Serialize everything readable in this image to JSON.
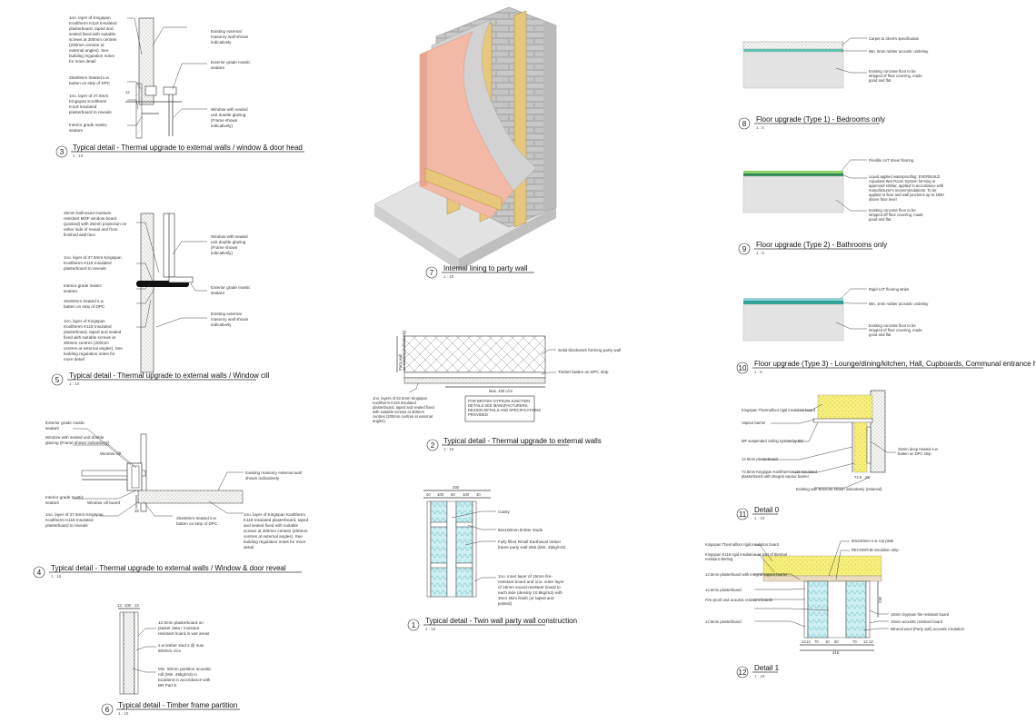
{
  "details": [
    {
      "id": "d3",
      "number": "3",
      "title": "Typical detail - Thermal upgrade to external walls / window & door head",
      "scale": "1 : 10",
      "notes": [
        "1no. layer of Kingspan",
        "Kooltherm K118 Insulated",
        "plasterboard, taped and",
        "sealed fixed with suitable",
        "screws at 300mm centres",
        "(200mm centres at",
        "external angles). See",
        "building regulation notes",
        "for more detail"
      ],
      "notes_b": [
        "25x50mm treated s.w",
        "batten on strip of DPC"
      ],
      "notes_c": [
        "1no. layer of 37.5mm",
        "Kingspan Kooltherm",
        "K118 Insulated",
        "plasterboard to reveals"
      ],
      "notes_d": [
        "Interior grade mastic",
        "sealant"
      ],
      "notes_r1": [
        "Existing external",
        "masonry wall shown",
        "indicatively"
      ],
      "notes_r2": [
        "Exterior grade mastic",
        "sealant"
      ],
      "notes_r3": [
        "Window with sealed",
        "unit double glazing",
        "(Frame shown",
        "indicatively)"
      ]
    },
    {
      "id": "d5",
      "number": "5",
      "title": "Typical detail - Thermal upgrade to external walls / Window cill",
      "scale": "1 : 10",
      "notes": [
        "25mm bullnosed moisture",
        "resistant MDF window board",
        "(painted) with 25mm projection on",
        "either side of reveal and from",
        "finished wall face"
      ],
      "notes_b": [
        "1no. layer of 37.5mm Kingspan",
        "Kooltherm K118 Insulated",
        "plasterboard to reveals"
      ],
      "notes_c": [
        "Interior grade mastic",
        "sealant"
      ],
      "notes_d": [
        "25x50mm treated s.w",
        "batten on strip of DPC"
      ],
      "notes_e": [
        "1no. layer of Kingspan",
        "Kooltherm K118 Insulated",
        "plasterboard, taped and sealed",
        "fixed with suitable screws at",
        "300mm centres (200mm",
        "centres at external angles). See",
        "building regulation notes for",
        "more detail"
      ],
      "notes_r1": [
        "Window with sealed",
        "unit double glazing",
        "(Frame shown",
        "indicatively)"
      ],
      "notes_r2": [
        "Exterior grade mastic",
        "sealant"
      ],
      "notes_r3": [
        "Existing external",
        "masonry wall shown",
        "indicatively"
      ]
    },
    {
      "id": "d4",
      "number": "4",
      "title": "Typical detail - Thermal upgrade to external walls / Window & door reveal",
      "scale": "1 : 10",
      "notes": [
        "Exterior grade mastic",
        "sealant"
      ],
      "notes_b": [
        "Window with sealed unit double",
        "glazing (Frame shown indicatively)"
      ],
      "window_cill": "Window cill",
      "window_cill_board": "Window cill board",
      "notes_c": [
        "Interior grade mastic",
        "sealant"
      ],
      "notes_d": [
        "1no. layer of 37.5mm Kingspan",
        "Kooltherm K118 Insulated",
        "plasterboard to reveals"
      ],
      "notes_e": [
        "25x50mm treated s.w",
        "batten on strip of DPC"
      ],
      "notes_r1": [
        "Existing masonry external wall",
        "shown indicatively"
      ],
      "notes_r2": [
        "1no. layer of Kingspan Kooltherm",
        "K118 Insulated plasterboard, taped",
        "and sealed fixed with suitable",
        "screws at 300mm centres (200mm",
        "centres at external angles). See",
        "building regulation notes for more",
        "detail"
      ]
    },
    {
      "id": "d6",
      "number": "6",
      "title": "Typical detail - Timber frame partition",
      "scale": "1 : 10",
      "dims": [
        "13",
        "100",
        "13"
      ],
      "notes_r1": [
        "12.5mm plasterboard on",
        "plaster data / moisture",
        "resistant board in wet areas"
      ],
      "notes_r2": [
        "s.w timber stud s @ max",
        "600mm c/cs"
      ],
      "notes_r3": [
        "Min. 50mm partition acoustic",
        "roll (Min. 45kg/m3) in",
        "locations in accordance with",
        "BR Part E"
      ]
    },
    {
      "id": "d7",
      "number": "7",
      "title": "Internal lining to party wall",
      "scale": "1 : 10"
    },
    {
      "id": "d2",
      "number": "2",
      "title": "Typical detail - Thermal upgrade to external walls",
      "scale": "1 : 10",
      "notes_l": [
        "Party wall",
        "as existing (indicatively)"
      ],
      "notes_r1": [
        "Solid blockwork forming party wall"
      ],
      "notes_r2": [
        "Timber batten on DPC strip"
      ],
      "dim": "Max. 400 c/cs",
      "notes_b": [
        "1no. layers of 62.5mm Kingspan",
        "Kooltherm K118 Insulated",
        "plasterboard, taped and sealed fixed",
        "with suitable screws at 300mm",
        "centres (200mm centres at external",
        "angles)."
      ],
      "box": [
        "FOR BRITISH GYPSUM JUNCTION",
        "DETAILS SEE MANUFACTURERS",
        "DESIGN DETAILS AND SPECIFICATIONS",
        "PROVIDED"
      ]
    },
    {
      "id": "d1",
      "number": "1",
      "title": "Typical detail - Twin wall party wall construction",
      "scale": "1 : 10",
      "dims": [
        "40",
        "100",
        "50",
        "100",
        "40"
      ],
      "top_dim": "330",
      "notes_r1": [
        "Cavity"
      ],
      "notes_r2": [
        "60x100mm timber studs"
      ],
      "notes_r3": [
        "Fully filled Rmall Earthwool timber",
        "frame party wall slab (Min. 45kg/m3)"
      ],
      "notes_r4": [
        "1no. inner layer of 15mm fire-",
        "resistant board and 1no. outer layer",
        "of 15mm sound-resistant board to",
        "each side (density 10.6kg/m2) with",
        "3mm skim finish (or taped and",
        "jointed)"
      ]
    },
    {
      "id": "d8",
      "number": "8",
      "title": "Floor upgrade (Type 1) - Bedrooms only",
      "scale": "1 : 5",
      "notes": [
        "Carpet to client's specification",
        "Min. 6mm rubber acoustic underlay",
        "Existing concrete floor to be",
        "stripped of floor covering, made",
        "good and flat"
      ]
    },
    {
      "id": "d9",
      "number": "9",
      "title": "Floor upgrade (Type 2) - Bathrooms only",
      "scale": "1 : 5",
      "notes": [
        "Flexible LVT sheet flooring",
        "Liquid applied waterproofing: EVERBUILD",
        "Aquaseal Wet Room System forming or",
        "approved similar, applied in accordance with",
        "manufacturer's recommendations. To be",
        "applied to floor and wall junctions up to 1800",
        "above floor level",
        "Existing concrete floor to be",
        "stripped off floor covering, made",
        "good and flat"
      ]
    },
    {
      "id": "d10",
      "number": "10",
      "title": "Floor upgrade (Type 3) - Lounge/dining/kitchen, Hall, Cupboards, Communal entrance hall",
      "scale": "1 : 5",
      "notes": [
        "Rigid LVT flooring strips",
        "Min. 2mm rubber acoustic underlay",
        "Existing concrete floor to be",
        "stripped of floor covering, made",
        "good and flat"
      ]
    },
    {
      "id": "d11",
      "number": "11",
      "title": "Detail 0",
      "scale": "1 : 10",
      "notes_l": [
        "Kingspan Thermafloor rigid insulation board",
        "Vapour barrier",
        "MF suspended ceiling system by BG",
        "12.5mm plasterboard",
        "72.5mm Kingspan Kooltherm K118 Insulated",
        "plasterboard with integral vapour barrier"
      ],
      "notes_r": [
        "25mm deep treated s.w",
        "batten on DPC strip"
      ],
      "dims": [
        "72.5",
        "25"
      ],
      "note_b": "Existing wall structure shown indicatively (retained)"
    },
    {
      "id": "d12",
      "number": "12",
      "title": "Detail 1",
      "scale": "1 : 10",
      "notes_l": [
        "Kingspan Thermafloor rigid insulation board",
        "Kingspan K118 rigid insulation as part of thermal",
        "resistant skirting",
        "12.5mm plasterboard with integral vapour barrier",
        "12.5mm plasterboard",
        "Fire-proof and acoustic resistant boards",
        "12.5mm plasterboard"
      ],
      "notes_t": [
        "50x100mm s.w. top plate",
        "RECOM/CIB insulation strip"
      ],
      "notes_r": [
        "15mm Gypsum fire resistant board",
        "15mm acoustic resistant board",
        "Mineral wool (Party wall) acoustic insulation"
      ],
      "dims": [
        "12",
        "12",
        "70",
        "10",
        "50",
        "70",
        "12",
        "12"
      ],
      "bot_dim": "215",
      "side_dim": "230"
    }
  ]
}
